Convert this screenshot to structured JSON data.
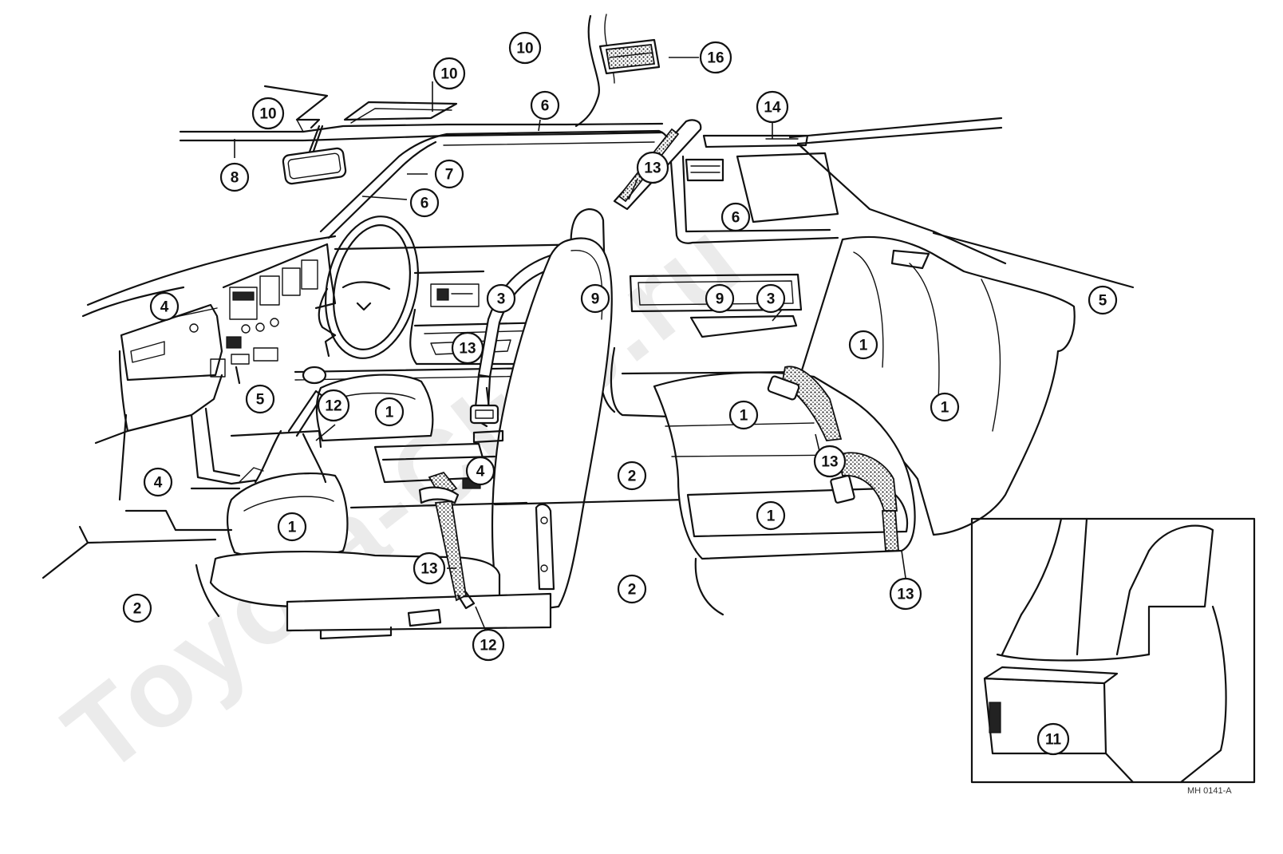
{
  "watermark": "Toyota-Club.ru",
  "figure_code": "MH 0141-A",
  "callouts": [
    {
      "id": "c-10a",
      "label": "10"
    },
    {
      "id": "c-10b",
      "label": "10"
    },
    {
      "id": "c-10c",
      "label": "10"
    },
    {
      "id": "c-16",
      "label": "16"
    },
    {
      "id": "c-6a",
      "label": "6"
    },
    {
      "id": "c-8",
      "label": "8"
    },
    {
      "id": "c-7",
      "label": "7"
    },
    {
      "id": "c-6b",
      "label": "6"
    },
    {
      "id": "c-13a",
      "label": "13"
    },
    {
      "id": "c-14",
      "label": "14"
    },
    {
      "id": "c-6c",
      "label": "6"
    },
    {
      "id": "c-4a",
      "label": "4"
    },
    {
      "id": "c-3a",
      "label": "3"
    },
    {
      "id": "c-9a",
      "label": "9"
    },
    {
      "id": "c-9b",
      "label": "9"
    },
    {
      "id": "c-3b",
      "label": "3"
    },
    {
      "id": "c-5a",
      "label": "5"
    },
    {
      "id": "c-13b",
      "label": "13"
    },
    {
      "id": "c-1a",
      "label": "1"
    },
    {
      "id": "c-5b",
      "label": "5"
    },
    {
      "id": "c-12a",
      "label": "12"
    },
    {
      "id": "c-1b",
      "label": "1"
    },
    {
      "id": "c-1c",
      "label": "1"
    },
    {
      "id": "c-1d",
      "label": "1"
    },
    {
      "id": "c-13c",
      "label": "13"
    },
    {
      "id": "c-4b",
      "label": "4"
    },
    {
      "id": "c-2a",
      "label": "2"
    },
    {
      "id": "c-4c",
      "label": "4"
    },
    {
      "id": "c-1e",
      "label": "1"
    },
    {
      "id": "c-1f",
      "label": "1"
    },
    {
      "id": "c-13d",
      "label": "13"
    },
    {
      "id": "c-2b",
      "label": "2"
    },
    {
      "id": "c-2c",
      "label": "2"
    },
    {
      "id": "c-13e",
      "label": "13"
    },
    {
      "id": "c-12b",
      "label": "12"
    },
    {
      "id": "c-11",
      "label": "11"
    }
  ]
}
